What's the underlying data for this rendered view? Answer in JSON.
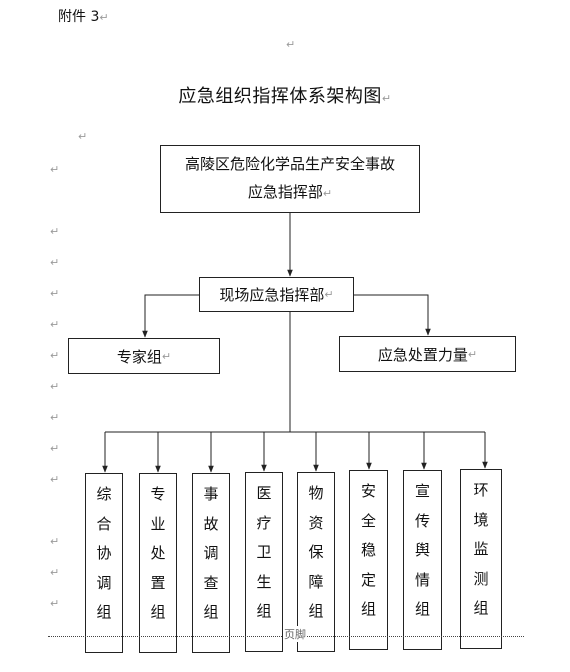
{
  "header": {
    "annex_label": "附件 3"
  },
  "title": "应急组织指挥体系架构图",
  "top_command": {
    "line1": "高陵区危险化学品生产安全事故",
    "line2": "应急指挥部"
  },
  "field_command": "现场应急指挥部",
  "expert_group": "专家组",
  "response_force": "应急处置力量",
  "groups": [
    {
      "label": "综合协调组"
    },
    {
      "label": "专业处置组"
    },
    {
      "label": "事故调查组"
    },
    {
      "label": "医疗卫生组"
    },
    {
      "label": "物资保障组"
    },
    {
      "label": "安全稳定组"
    },
    {
      "label": "宣传舆情组"
    },
    {
      "label": "环境监测组"
    }
  ],
  "footer": {
    "text": "页脚"
  },
  "paragraph_mark": "↵"
}
